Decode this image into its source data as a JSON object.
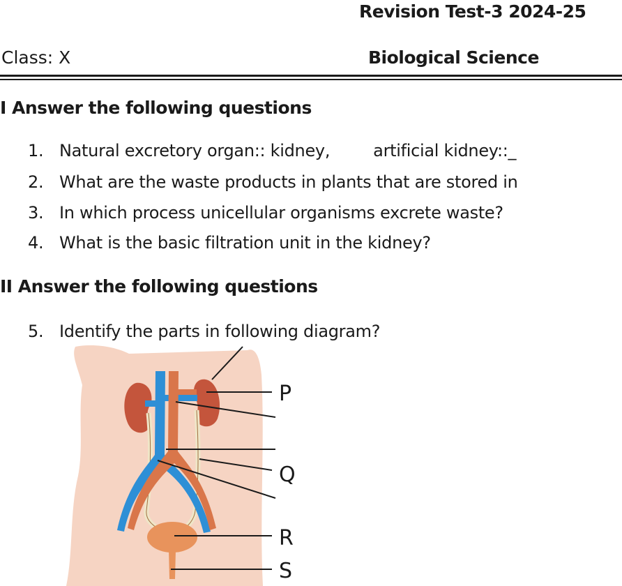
{
  "header": {
    "title": "Revision Test-3 2024-25",
    "class_label": "Class: X",
    "subject": "Biological Science"
  },
  "section1": {
    "heading": "I Answer the following questions",
    "questions": [
      {
        "num": "1.",
        "text": "Natural excretory organ:: kidney,",
        "text2": "artificial kidney::_"
      },
      {
        "num": "2.",
        "text": "What are the waste products in plants that are stored in"
      },
      {
        "num": "3.",
        "text": "In which process unicellular organisms excrete waste?"
      },
      {
        "num": "4.",
        "text": "What is the basic filtration unit in the kidney?"
      }
    ]
  },
  "section2": {
    "heading": "II Answer the following questions",
    "questions": [
      {
        "num": "5.",
        "text": "Identify the parts in following diagram?"
      }
    ]
  },
  "diagram": {
    "labels": [
      "P",
      "Q",
      "R",
      "S"
    ],
    "colors": {
      "skin": "#f6d4c3",
      "kidney": "#c4553c",
      "aorta": "#d9764a",
      "vena_cava": "#2e8fd6",
      "ureter": "#efe6c8",
      "bladder": "#e8935c"
    }
  }
}
